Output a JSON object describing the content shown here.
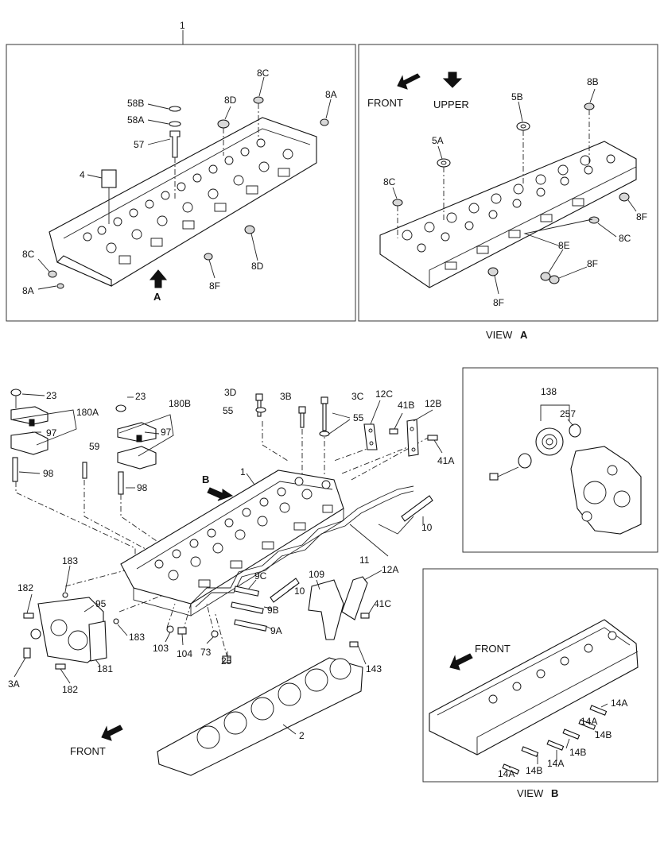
{
  "views": {
    "view_a": {
      "prefix": "VIEW",
      "letter": "A"
    },
    "view_b": {
      "prefix": "VIEW",
      "letter": "B"
    }
  },
  "direction_labels": {
    "front_top": "FRONT",
    "upper": "UPPER",
    "front_main": "FRONT",
    "front_view_b": "FRONT"
  },
  "arrow_letters": {
    "a": "A",
    "b": "B"
  },
  "callouts": {
    "top_left": [
      "1",
      "8C",
      "58B",
      "58A",
      "57",
      "8D",
      "8A",
      "4",
      "8C",
      "8A",
      "8F",
      "8D"
    ],
    "view_a": [
      "8B",
      "5B",
      "5A",
      "8C",
      "8F",
      "8C",
      "8E",
      "8F",
      "8F"
    ],
    "main": [
      "23",
      "180A",
      "97",
      "98",
      "59",
      "23",
      "180B",
      "97",
      "98",
      "3D",
      "55",
      "3B",
      "3C",
      "55",
      "12C",
      "41B",
      "12B",
      "41A",
      "1",
      "10",
      "11",
      "183",
      "182",
      "95",
      "183",
      "181",
      "3A",
      "182",
      "9C",
      "10",
      "109",
      "12A",
      "9B",
      "9A",
      "41C",
      "103",
      "104",
      "73",
      "25",
      "143",
      "2"
    ],
    "timing": [
      "138",
      "257"
    ],
    "view_b": [
      "14A",
      "14A",
      "14B",
      "14B",
      "14A",
      "14B",
      "14A"
    ]
  }
}
